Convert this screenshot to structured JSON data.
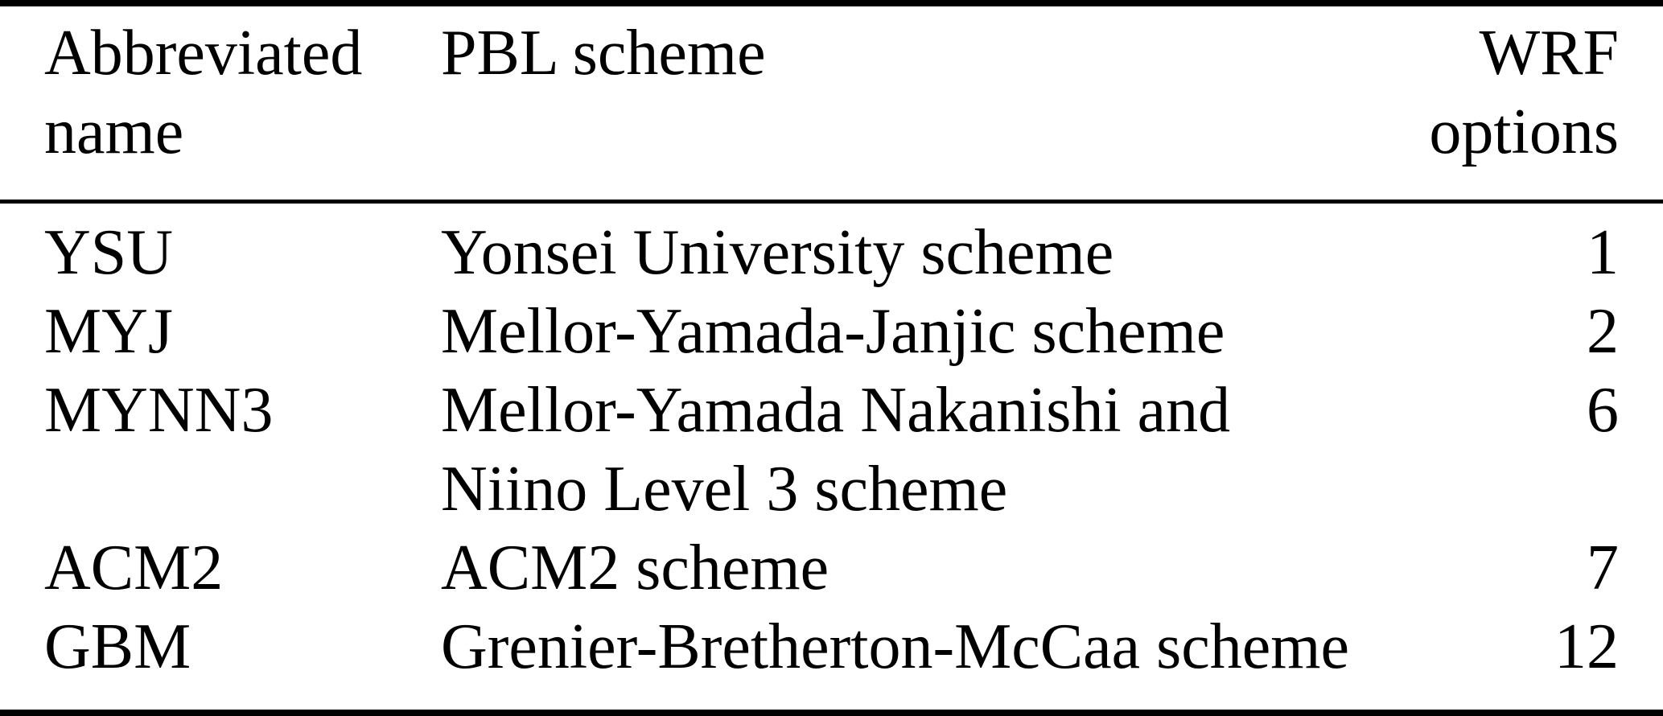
{
  "colors": {
    "background": "#ffffff",
    "text": "#000000",
    "rule": "#000000"
  },
  "table": {
    "headers": {
      "abbreviated_name": [
        "Abbreviated",
        "name"
      ],
      "pbl_scheme": [
        "PBL scheme"
      ],
      "wrf_options": [
        "WRF",
        "options"
      ]
    },
    "rows": [
      {
        "abbr": "YSU",
        "scheme": [
          "Yonsei University scheme"
        ],
        "wrf_option": "1"
      },
      {
        "abbr": "MYJ",
        "scheme": [
          "Mellor-Yamada-Janjic scheme"
        ],
        "wrf_option": "2"
      },
      {
        "abbr": "MYNN3",
        "scheme": [
          "Mellor-Yamada Nakanishi and",
          "Niino Level 3 scheme"
        ],
        "wrf_option": "6"
      },
      {
        "abbr": "ACM2",
        "scheme": [
          "ACM2 scheme"
        ],
        "wrf_option": "7"
      },
      {
        "abbr": "GBM",
        "scheme": [
          "Grenier-Bretherton-McCaa scheme"
        ],
        "wrf_option": "12"
      }
    ]
  }
}
